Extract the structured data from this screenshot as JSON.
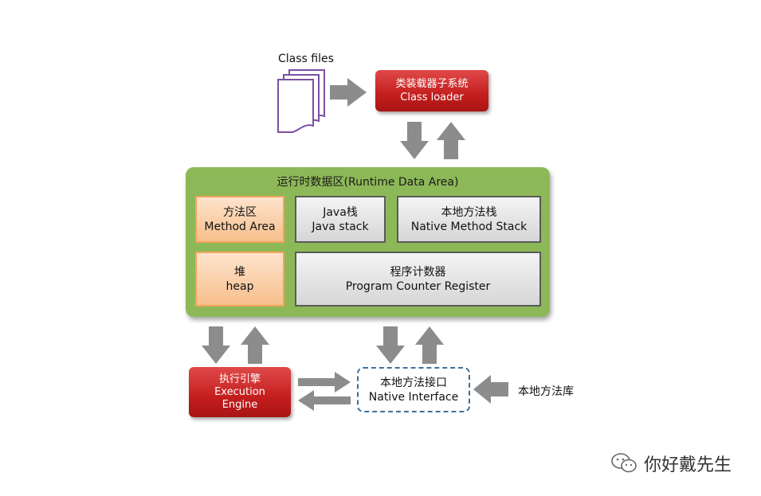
{
  "class_files_label": "Class files",
  "class_loader": {
    "line1": "类装载器子系统",
    "line2": "Class loader"
  },
  "runtime_area": {
    "title": "运行时数据区(Runtime Data Area)",
    "method_area": {
      "line1": "方法区",
      "line2": "Method Area"
    },
    "java_stack": {
      "line1": "Java栈",
      "line2": "Java stack"
    },
    "native_method_stack": {
      "line1": "本地方法栈",
      "line2": "Native Method Stack"
    },
    "heap": {
      "line1": "堆",
      "line2": "heap"
    },
    "program_counter": {
      "line1": "程序计数器",
      "line2": "Program Counter Register"
    }
  },
  "execution_engine": {
    "line1": "执行引擎",
    "line2": "Execution",
    "line3": "Engine"
  },
  "native_interface": {
    "line1": "本地方法接口",
    "line2": "Native Interface"
  },
  "native_library_label": "本地方法库",
  "watermark": {
    "text": "你好戴先生",
    "icon": "wechat-icon"
  },
  "colors": {
    "red_box": "#c41e1e",
    "green_area": "#8db858",
    "orange_cell": "#f7bf8c",
    "gray_cell": "#d6d6d6",
    "arrow": "#8c8c8c",
    "dashed_border": "#3d6e98",
    "document_icon": "#7a4fa0"
  }
}
